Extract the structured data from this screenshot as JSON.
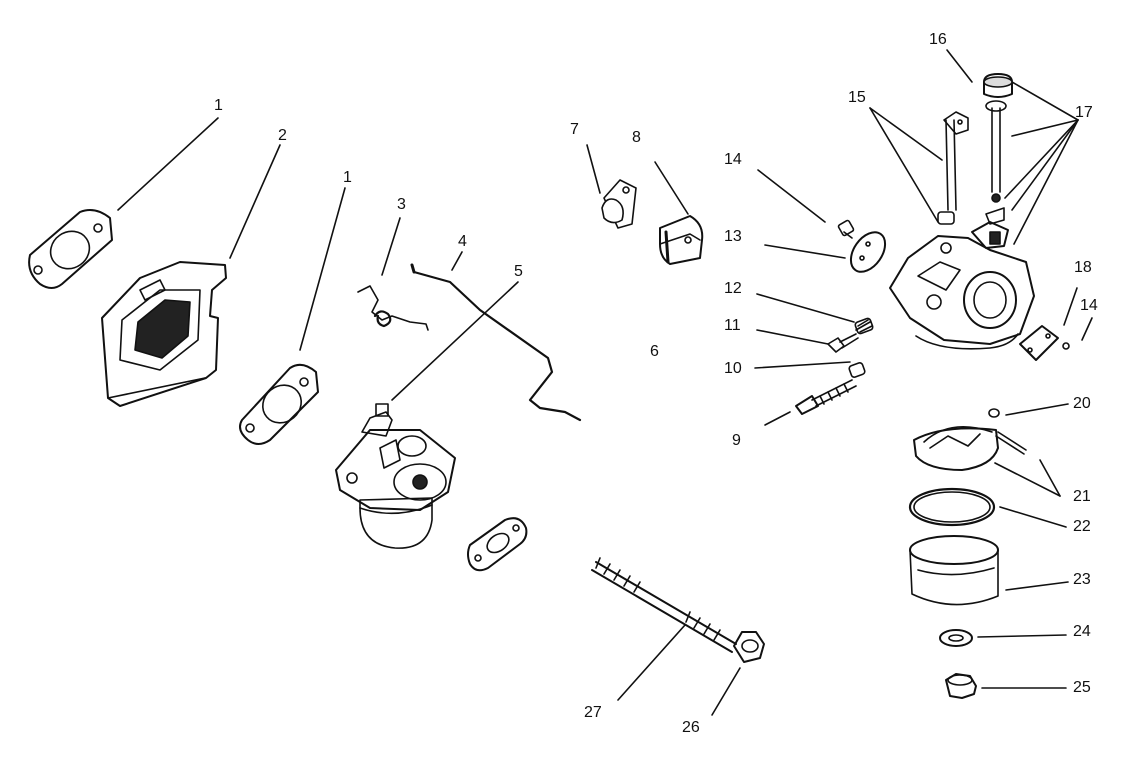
{
  "diagram": {
    "labels": {
      "gasket_left": "1",
      "plate": "2",
      "gasket_mid": "1",
      "spring": "3",
      "rod": "4",
      "carburetor": "5",
      "gasket_small": "6",
      "bushing": "7",
      "block": "8",
      "screw_needle": "9",
      "spring_small": "10",
      "screw_idle": "11",
      "spring_idle": "12",
      "plate_choke": "13",
      "screw_top": "14",
      "shafts": "15",
      "cap_top": "16",
      "shaft_parts": "17",
      "plate_side": "18",
      "screw_side": "14",
      "pin_small": "20",
      "float": "21",
      "ring": "22",
      "bowl": "23",
      "washer": "24",
      "nut": "25",
      "hex_nut": "26",
      "stud": "27"
    }
  }
}
